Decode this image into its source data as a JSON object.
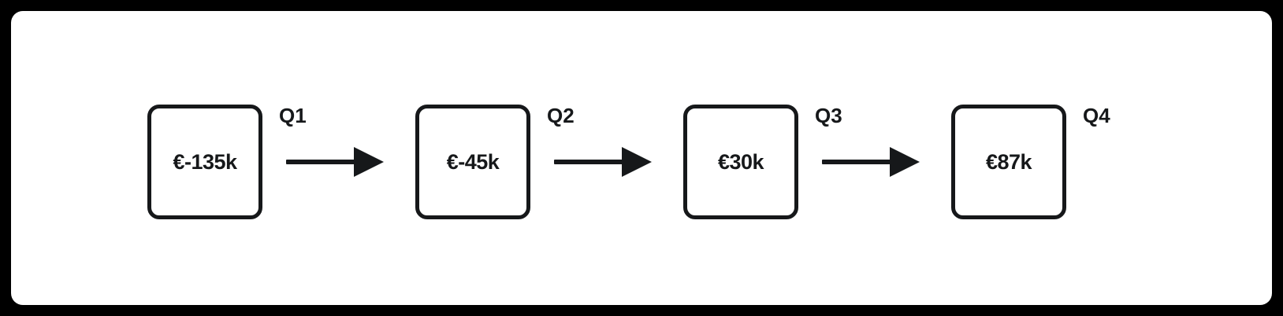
{
  "diagram": {
    "type": "flow-chain",
    "background_color": "#000000",
    "panel_color": "#ffffff",
    "stroke_color": "#16181a",
    "nodes": [
      {
        "id": "n1",
        "value": "€-135k"
      },
      {
        "id": "n2",
        "value": "€-45k"
      },
      {
        "id": "n3",
        "value": "€30k"
      },
      {
        "id": "n4",
        "value": "€87k"
      }
    ],
    "edges": [
      {
        "from": "n1",
        "to": "n2",
        "label": "Q1"
      },
      {
        "from": "n2",
        "to": "n3",
        "label": "Q2"
      },
      {
        "from": "n3",
        "to": "n4",
        "label": "Q3"
      },
      {
        "from": "n4",
        "to": null,
        "label": "Q4"
      }
    ]
  }
}
